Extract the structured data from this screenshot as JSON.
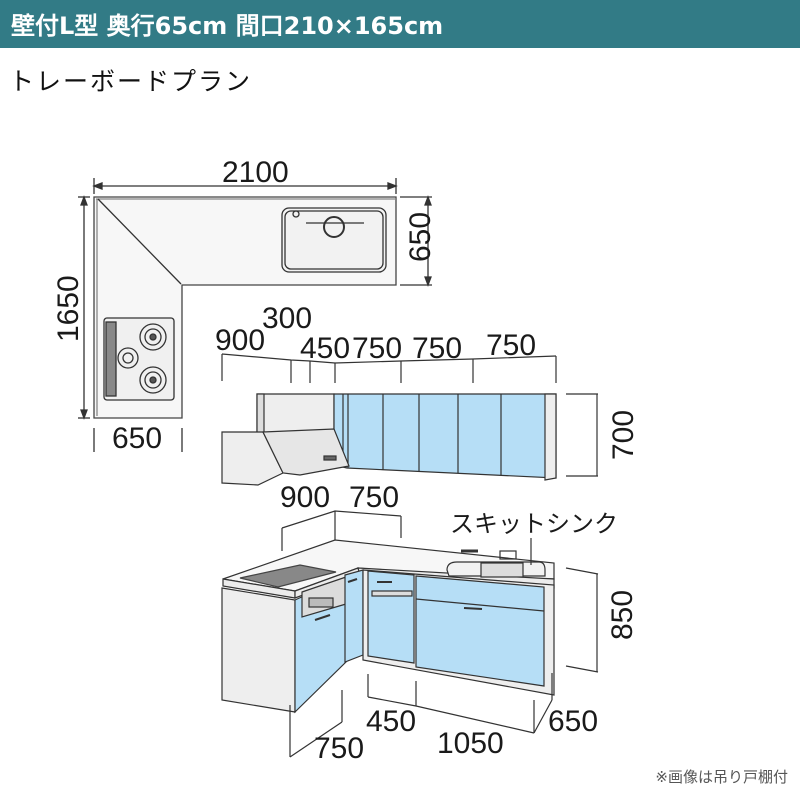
{
  "header": {
    "title": "壁付L型 奥行65cm 間口210×165cm",
    "background": "#327b86"
  },
  "plan": {
    "title": "トレーボードプラン"
  },
  "top_view": {
    "width_label": "2100",
    "depth_label": "650",
    "side_length_label": "1650",
    "side_depth_label": "650"
  },
  "wall_cabinets": {
    "segments": [
      "900",
      "300",
      "450",
      "750",
      "750",
      "750"
    ],
    "height_label": "700",
    "door_color": "#b6def6"
  },
  "base_cabinets": {
    "top_segments": [
      "900",
      "750"
    ],
    "sink_label": "スキットシンク",
    "height_label": "850",
    "bottom_segments": [
      "750",
      "450",
      "1050",
      "650"
    ],
    "door_color": "#b6def6"
  },
  "footnote": "※画像は吊り戸棚付"
}
